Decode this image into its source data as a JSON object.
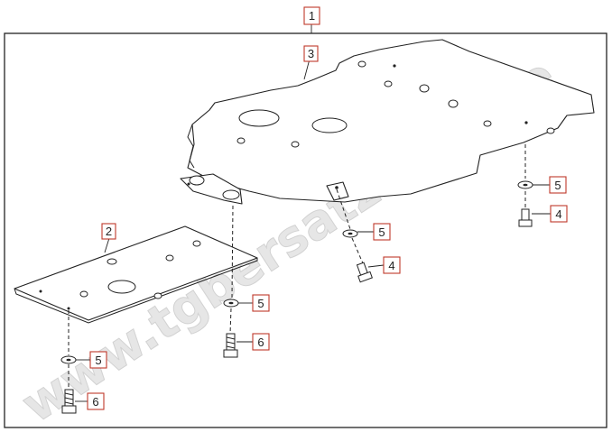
{
  "watermark": "www.tgbersatzteile.de",
  "accent_color": "#c0392b",
  "callouts": {
    "c1": "1",
    "c2": "2",
    "c3": "3",
    "c4a": "4",
    "c4b": "4",
    "c5a": "5",
    "c5b": "5",
    "c5c": "5",
    "c5d": "5",
    "c6a": "6",
    "c6b": "6"
  }
}
